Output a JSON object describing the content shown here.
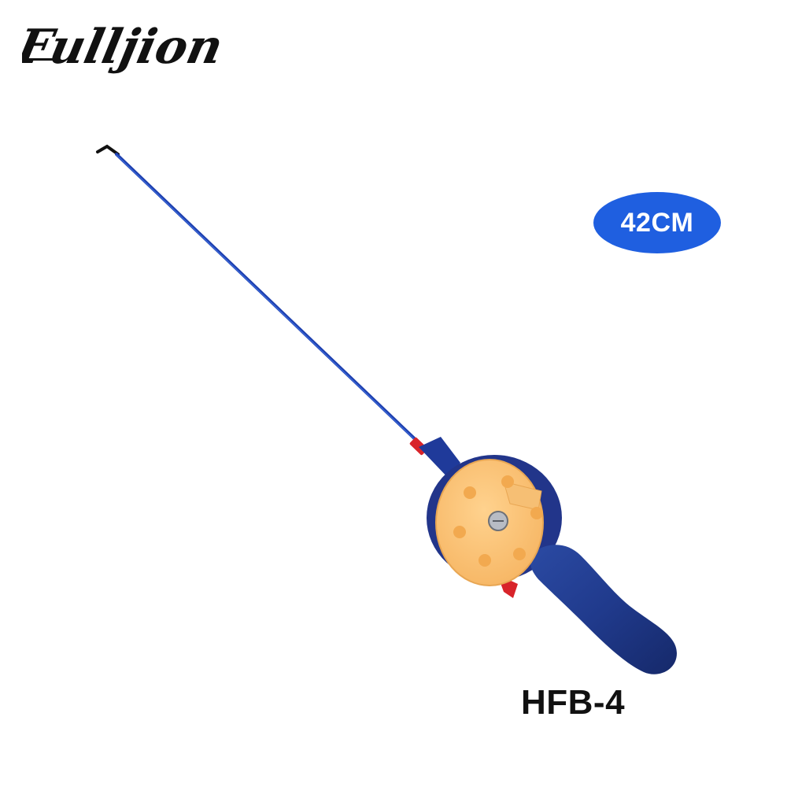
{
  "brand": {
    "logo_text": "Fulljion"
  },
  "product": {
    "size_label": "42CM",
    "model": "HFB-4",
    "image_subject": "ice-fishing-rod-with-reel"
  },
  "colors": {
    "badge": "#1f5fe0",
    "rod_blue": "#1d3fae",
    "handle_blue": "#203a8c",
    "reel_orange": "#ffc77a",
    "accent_red": "#d8242a"
  }
}
